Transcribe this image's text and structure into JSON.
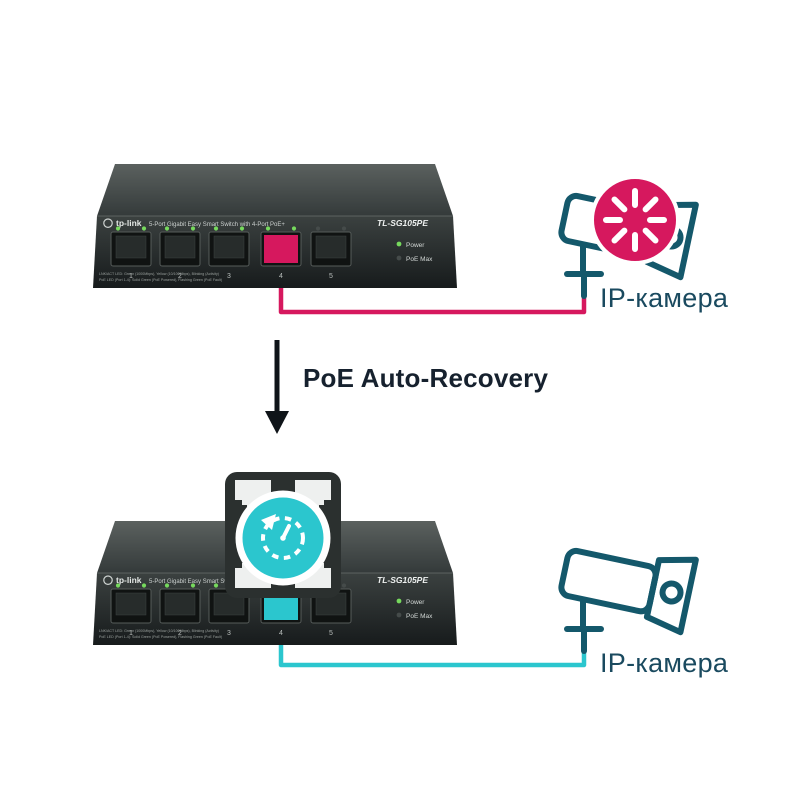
{
  "diagram_title": "PoE Auto-Recovery",
  "colors": {
    "accent_pink": "#D6185E",
    "accent_teal": "#2BC6CE",
    "camera_outline": "#14586B",
    "label_text": "#1A4A5F",
    "arrow_text": "#16212E"
  },
  "arrow": {
    "label": "PoE Auto-Recovery"
  },
  "switch": {
    "brand": "tp-link",
    "description": "5-Port Gigabit Easy Smart Switch with 4-Port PoE+",
    "model": "TL-SG105PE",
    "ports": [
      "1",
      "2",
      "3",
      "4",
      "5"
    ],
    "power_label": "Power",
    "poe_max_label": "PoE Max",
    "spec_line1": "LNK/ACT LED: Green (1000Mbps), Yellow (10/100Mbps), Blinking (Activity)",
    "spec_line2": "PoE LED (Port 1-4): Solid Green (PoE Powered), Flashing Green (PoE Fault)"
  },
  "top_scene": {
    "camera_label": "IP-камера",
    "status_icon": "loading-spinner"
  },
  "bottom_scene": {
    "camera_label": "IP-камера",
    "status_icon": "auto-recovery-timer"
  }
}
